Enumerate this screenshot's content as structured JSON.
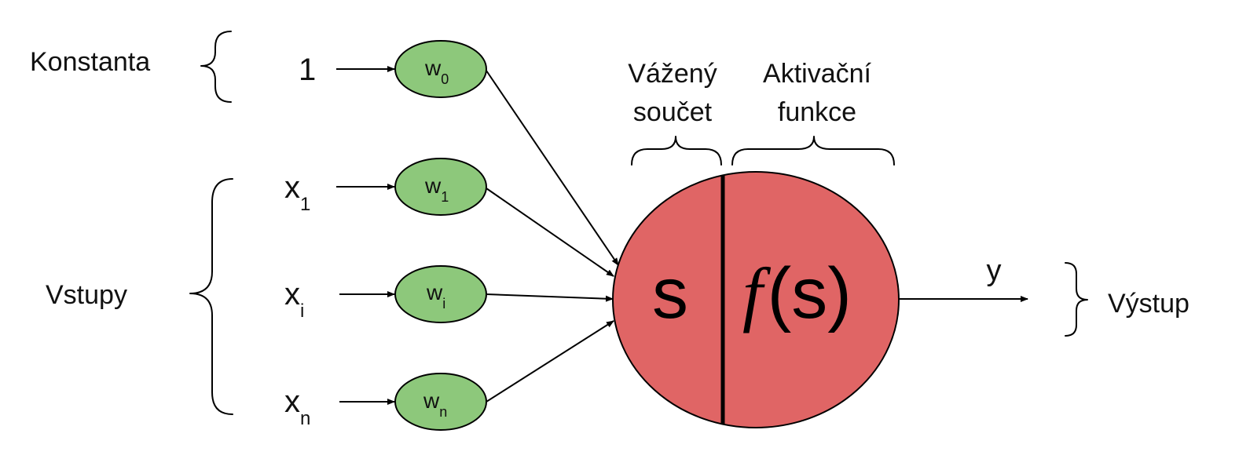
{
  "labels": {
    "konstanta": "Konstanta",
    "vstupy": "Vstupy",
    "vystup": "Výstup",
    "vazeny_line1": "Vážený",
    "vazeny_line2": "součet",
    "aktivacni_line1": "Aktivační",
    "aktivacni_line2": "funkce"
  },
  "constant_input": "1",
  "inputs": [
    {
      "base": "x",
      "sub": "1"
    },
    {
      "base": "x",
      "sub": "i"
    },
    {
      "base": "x",
      "sub": "n"
    }
  ],
  "weights": [
    {
      "base": "w",
      "sub": "0"
    },
    {
      "base": "w",
      "sub": "1"
    },
    {
      "base": "w",
      "sub": "i"
    },
    {
      "base": "w",
      "sub": "n"
    }
  ],
  "neuron": {
    "sum_symbol": "s",
    "activation_f": "f",
    "activation_arg": "(s)"
  },
  "output": "y",
  "colors": {
    "weight_fill": "#8dc87b",
    "neuron_fill": "#e06565",
    "stroke": "#000000"
  }
}
